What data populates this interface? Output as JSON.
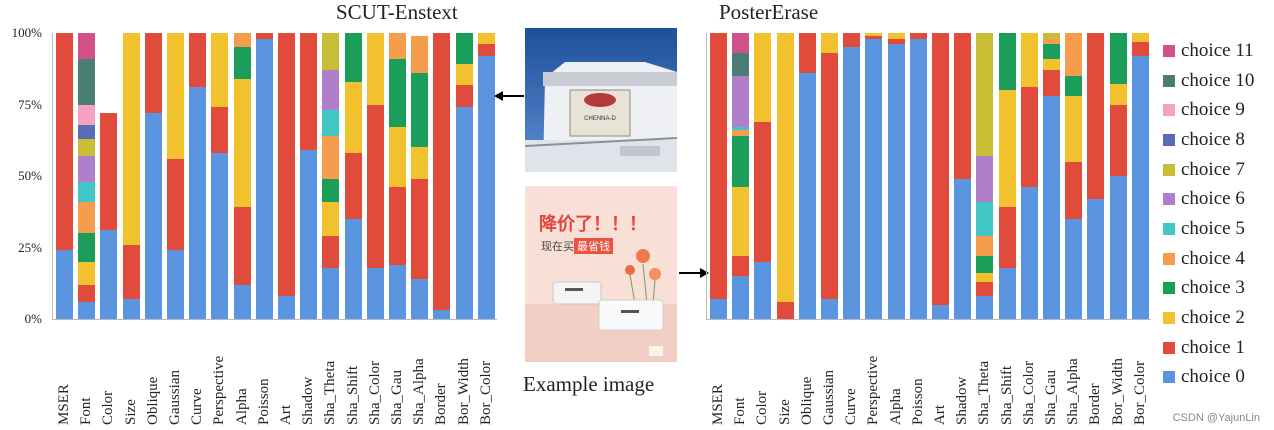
{
  "colors": [
    "#5B95E0",
    "#E04B3B",
    "#F2C12E",
    "#1A9E5A",
    "#F59C4D",
    "#43C6C6",
    "#B07FCB",
    "#C8BE35",
    "#5A6CB6",
    "#F4A2C0",
    "#4A7E75",
    "#D2508A"
  ],
  "legend": [
    "choice 11",
    "choice 10",
    "choice 9",
    "choice 8",
    "choice 7",
    "choice 6",
    "choice 5",
    "choice 4",
    "choice 3",
    "choice 2",
    "choice 1",
    "choice 0"
  ],
  "middle": {
    "caption": "Example image",
    "poster_headline": "降价了！！！",
    "poster_sub_a": "现在买",
    "poster_sub_b": "最省钱"
  },
  "watermark": "CSDN @YajunLin",
  "chart_data": [
    {
      "type": "bar",
      "stacked": true,
      "title": "SCUT-Enstext",
      "ylim": [
        0,
        100
      ],
      "yticks": [
        "0%",
        "25%",
        "50%",
        "75%",
        "100%"
      ],
      "categories": [
        "MSER",
        "Font",
        "Color",
        "Size",
        "Oblique",
        "Gaussian",
        "Curve",
        "Perspective",
        "Alpha",
        "Poisson",
        "Art",
        "Shadow",
        "Sha_Theta",
        "Sha_Shift",
        "Sha_Color",
        "Sha_Gau",
        "Sha_Alpha",
        "Border",
        "Bor_Width",
        "Bor_Color"
      ],
      "series": [
        {
          "name": "choice 0",
          "values": [
            24,
            6,
            31,
            7,
            72,
            24,
            81,
            58,
            12,
            98,
            8,
            59,
            18,
            35,
            18,
            19,
            14,
            3,
            74,
            92
          ]
        },
        {
          "name": "choice 1",
          "values": [
            76,
            6,
            41,
            19,
            28,
            32,
            19,
            16,
            27,
            2,
            92,
            41,
            11,
            23,
            57,
            27,
            35,
            97,
            8,
            4
          ]
        },
        {
          "name": "choice 2",
          "values": [
            0,
            8,
            0,
            74,
            0,
            44,
            0,
            26,
            45,
            0,
            0,
            0,
            12,
            25,
            25,
            21,
            11,
            0,
            7,
            4
          ]
        },
        {
          "name": "choice 3",
          "values": [
            0,
            10,
            0,
            0,
            0,
            0,
            0,
            0,
            11,
            0,
            0,
            0,
            8,
            17,
            0,
            24,
            26,
            0,
            11,
            0
          ]
        },
        {
          "name": "choice 4",
          "values": [
            0,
            11,
            0,
            0,
            0,
            0,
            0,
            0,
            5,
            0,
            0,
            0,
            15,
            0,
            0,
            9,
            13,
            0,
            0,
            0
          ]
        },
        {
          "name": "choice 5",
          "values": [
            0,
            7,
            0,
            0,
            0,
            0,
            0,
            0,
            0,
            0,
            0,
            0,
            9,
            0,
            0,
            0,
            0,
            0,
            0,
            0
          ]
        },
        {
          "name": "choice 6",
          "values": [
            0,
            9,
            0,
            0,
            0,
            0,
            0,
            0,
            0,
            0,
            0,
            0,
            14,
            0,
            0,
            0,
            0,
            0,
            0,
            0
          ]
        },
        {
          "name": "choice 7",
          "values": [
            0,
            6,
            0,
            0,
            0,
            0,
            0,
            0,
            0,
            0,
            0,
            0,
            13,
            0,
            0,
            0,
            0,
            0,
            0,
            0
          ]
        },
        {
          "name": "choice 8",
          "values": [
            0,
            5,
            0,
            0,
            0,
            0,
            0,
            0,
            0,
            0,
            0,
            0,
            0,
            0,
            0,
            0,
            0,
            0,
            0,
            0
          ]
        },
        {
          "name": "choice 9",
          "values": [
            0,
            7,
            0,
            0,
            0,
            0,
            0,
            0,
            0,
            0,
            0,
            0,
            0,
            0,
            0,
            0,
            0,
            0,
            0,
            0
          ]
        },
        {
          "name": "choice 10",
          "values": [
            0,
            16,
            0,
            0,
            0,
            0,
            0,
            0,
            0,
            0,
            0,
            0,
            0,
            0,
            0,
            0,
            0,
            0,
            0,
            0
          ]
        },
        {
          "name": "choice 11",
          "values": [
            0,
            9,
            0,
            0,
            0,
            0,
            0,
            0,
            0,
            0,
            0,
            0,
            0,
            0,
            0,
            0,
            0,
            0,
            0,
            0
          ]
        }
      ]
    },
    {
      "type": "bar",
      "stacked": true,
      "title": "PosterErase",
      "ylim": [
        0,
        100
      ],
      "categories": [
        "MSER",
        "Font",
        "Color",
        "Size",
        "Oblique",
        "Gaussian",
        "Curve",
        "Perspective",
        "Alpha",
        "Poisson",
        "Art",
        "Shadow",
        "Sha_Theta",
        "Sha_Shift",
        "Sha_Color",
        "Sha_Gau",
        "Sha_Alpha",
        "Border",
        "Bor_Width",
        "Bor_Color"
      ],
      "series": [
        {
          "name": "choice 0",
          "values": [
            7,
            15,
            20,
            0,
            86,
            7,
            95,
            98,
            96,
            98,
            5,
            49,
            8,
            18,
            46,
            78,
            35,
            42,
            50,
            92
          ]
        },
        {
          "name": "choice 1",
          "values": [
            93,
            7,
            49,
            6,
            14,
            86,
            5,
            1,
            2,
            2,
            95,
            51,
            5,
            21,
            35,
            9,
            20,
            58,
            25,
            5
          ]
        },
        {
          "name": "choice 2",
          "values": [
            0,
            24,
            31,
            94,
            0,
            7,
            0,
            1,
            2,
            0,
            0,
            0,
            3,
            41,
            19,
            4,
            23,
            0,
            7,
            3
          ]
        },
        {
          "name": "choice 3",
          "values": [
            0,
            18,
            0,
            0,
            0,
            0,
            0,
            0,
            0,
            0,
            0,
            0,
            6,
            20,
            0,
            5,
            7,
            0,
            18,
            0
          ]
        },
        {
          "name": "choice 4",
          "values": [
            0,
            2,
            0,
            0,
            0,
            0,
            0,
            0,
            0,
            0,
            0,
            0,
            7,
            0,
            0,
            2,
            15,
            0,
            0,
            0
          ]
        },
        {
          "name": "choice 5",
          "values": [
            0,
            1,
            0,
            0,
            0,
            0,
            0,
            0,
            0,
            0,
            0,
            0,
            12,
            0,
            0,
            0,
            0,
            0,
            0,
            0
          ]
        },
        {
          "name": "choice 6",
          "values": [
            0,
            18,
            0,
            0,
            0,
            0,
            0,
            0,
            0,
            0,
            0,
            0,
            16,
            0,
            0,
            0,
            0,
            0,
            0,
            0
          ]
        },
        {
          "name": "choice 7",
          "values": [
            0,
            0,
            0,
            0,
            0,
            0,
            0,
            0,
            0,
            0,
            0,
            0,
            43,
            0,
            0,
            2,
            0,
            0,
            0,
            0
          ]
        },
        {
          "name": "choice 8",
          "values": [
            0,
            0,
            0,
            0,
            0,
            0,
            0,
            0,
            0,
            0,
            0,
            0,
            0,
            0,
            0,
            0,
            0,
            0,
            0,
            0
          ]
        },
        {
          "name": "choice 9",
          "values": [
            0,
            0,
            0,
            0,
            0,
            0,
            0,
            0,
            0,
            0,
            0,
            0,
            0,
            0,
            0,
            0,
            0,
            0,
            0,
            0
          ]
        },
        {
          "name": "choice 10",
          "values": [
            0,
            8,
            0,
            0,
            0,
            0,
            0,
            0,
            0,
            0,
            0,
            0,
            0,
            0,
            0,
            0,
            0,
            0,
            0,
            0
          ]
        },
        {
          "name": "choice 11",
          "values": [
            0,
            7,
            0,
            0,
            0,
            0,
            0,
            0,
            0,
            0,
            0,
            0,
            0,
            0,
            0,
            0,
            0,
            0,
            0,
            0
          ]
        }
      ]
    }
  ]
}
